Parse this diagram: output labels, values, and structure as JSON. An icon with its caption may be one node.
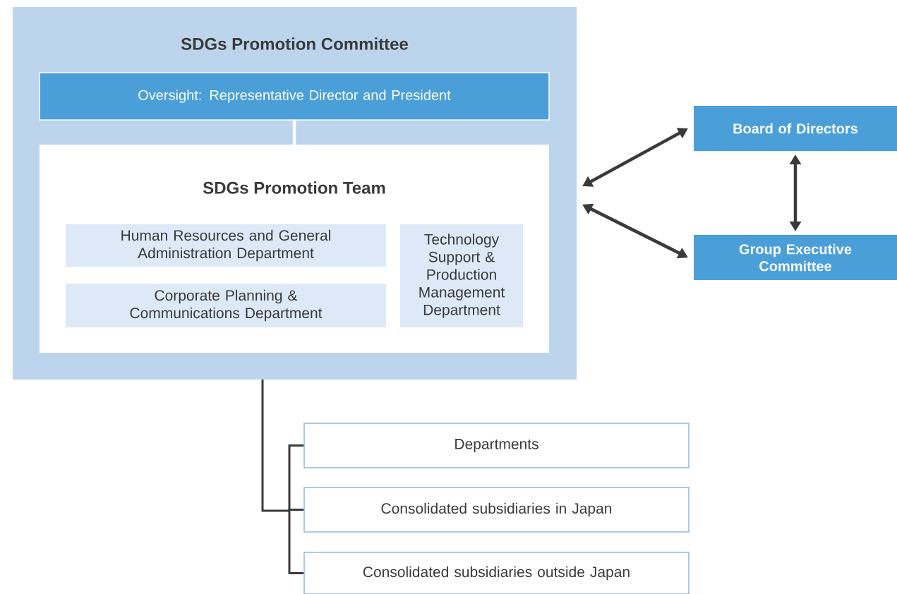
{
  "diagram": {
    "nodes": [
      {
        "text": [
          "SDGs Promotion Committee"
        ]
      },
      {
        "text": [
          "Oversight: Representative Director and President"
        ],
        "in": 0
      },
      {
        "text": [
          "SDGs Promotion Team"
        ],
        "in": 0
      },
      {
        "text": [
          "Human Resources and General Administration Department"
        ],
        "in": 2
      },
      {
        "text": [
          "Corporate Planning & Communications Department"
        ],
        "in": 2
      },
      {
        "text": [
          "Technology Support & Production Management Department"
        ],
        "in": 2
      },
      {
        "text": [
          "Board of Directors"
        ]
      },
      {
        "text": [
          "Group Executive Committee"
        ]
      },
      {
        "text": [
          "Departments"
        ]
      },
      {
        "text": [
          "Consolidated subsidiaries in Japan"
        ]
      },
      {
        "text": [
          "Consolidated subsidiaries outside Japan"
        ]
      }
    ],
    "edges": [
      {
        "from": 1,
        "to": 2,
        "arrow": "none",
        "color": "#ffffff"
      },
      {
        "from": 0,
        "to": 6,
        "arrow": "both"
      },
      {
        "from": 0,
        "to": 7,
        "arrow": "both"
      },
      {
        "from": 6,
        "to": 7,
        "arrow": "both"
      },
      {
        "from": 0,
        "to": 8,
        "arrow": "none"
      },
      {
        "from": 0,
        "to": 9,
        "arrow": "none"
      },
      {
        "from": 0,
        "to": 10,
        "arrow": "none"
      }
    ]
  }
}
